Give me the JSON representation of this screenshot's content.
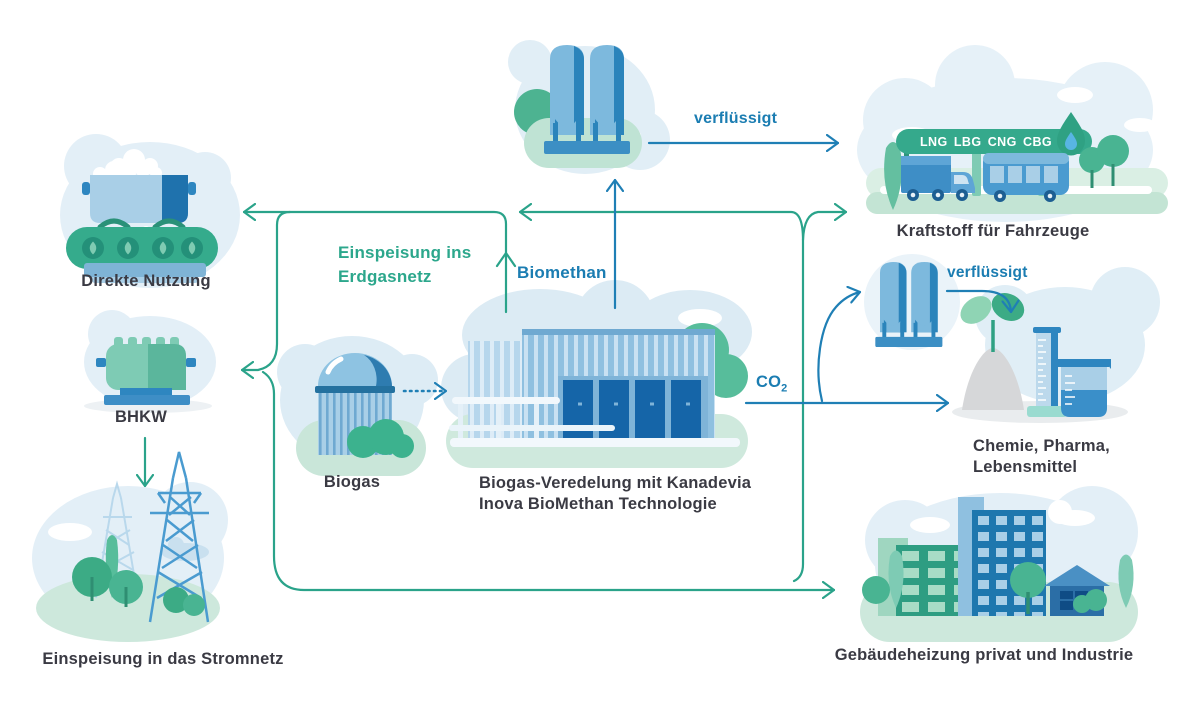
{
  "title": "Biogas-Veredelung Prozessdiagramm",
  "colors": {
    "green": "#2aa38a",
    "blue": "#1f7fb5",
    "caption": "#3a3a43"
  },
  "nodes": {
    "direkte_nutzung": {
      "label": "Direkte Nutzung",
      "icon": "cooking-pot-stove-icon"
    },
    "bhkw": {
      "label": "BHKW",
      "icon": "chp-generator-icon"
    },
    "stromnetz": {
      "label": "Einspeisung in das Stromnetz",
      "icon": "power-pylon-icon"
    },
    "biogas": {
      "label": "Biogas",
      "icon": "biogas-dome-icon"
    },
    "veredelung": {
      "label_line1": "Biogas-Veredelung mit Kanadevia",
      "label_line2": "Inova BioMethan Technologie",
      "icon": "processing-plant-icon"
    },
    "lng_speicher": {
      "icon": "gas-storage-tanks-icon"
    },
    "kraftstoff": {
      "label": "Kraftstoff für Fahrzeuge",
      "icon": "fuel-station-vehicles-icon",
      "banner_items": [
        "LNG",
        "LBG",
        "CNG",
        "CBG"
      ]
    },
    "co2_speicher": {
      "icon": "co2-storage-tanks-icon"
    },
    "chemie": {
      "label_line1": "Chemie, Pharma,",
      "label_line2": "Lebensmittel",
      "icon": "lab-plant-beaker-icon"
    },
    "gebaeudeheizung": {
      "label": "Gebäudeheizung privat und Industrie",
      "icon": "buildings-icon"
    }
  },
  "flows": {
    "erdgasnetz": {
      "label_line1": "Einspeisung ins",
      "label_line2": "Erdgasnetz"
    },
    "biomethan": {
      "label": "Biomethan"
    },
    "verfluessigt_kraftstoff": {
      "label": "verflüssigt"
    },
    "verfluessigt_chemie": {
      "label": "verflüssigt"
    },
    "co2": {
      "label_base": "CO",
      "label_sub": "2"
    }
  }
}
